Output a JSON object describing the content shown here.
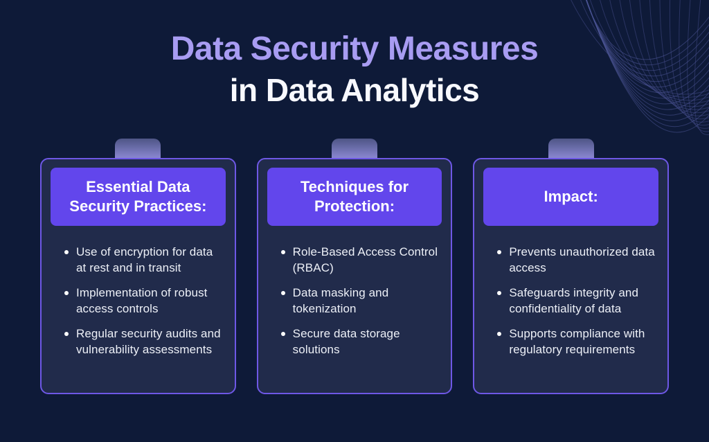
{
  "title": {
    "line1": "Data Security Measures",
    "line2": "in Data Analytics"
  },
  "cards": [
    {
      "header": "Essential Data Security Practices:",
      "bullets": [
        "Use of encryption for data at rest and in transit",
        "Implementation of robust access controls",
        "Regular security audits and vulnerability assessments"
      ]
    },
    {
      "header": "Techniques for Protection:",
      "bullets": [
        "Role-Based Access Control (RBAC)",
        "Data masking and tokenization",
        "Secure data storage solutions"
      ]
    },
    {
      "header": "Impact:",
      "bullets": [
        "Prevents unauthorized data access",
        "Safeguards integrity and confidentiality of data",
        "Supports compliance with regulatory requirements"
      ]
    }
  ],
  "colors": {
    "page_background": "#0e1a38",
    "card_background": "#212b4b",
    "card_border": "#6e58e6",
    "header_background": "#6246ec",
    "header_text": "#ffffff",
    "body_text": "#edf0f7",
    "title_line1": "#a89cf2",
    "title_line2": "#f8f9ff",
    "tab_gradient_top": "#4e5586",
    "tab_gradient_bottom": "#a39cf0",
    "decor_lines": "#4d5596"
  },
  "decor": {
    "description": "wave-line mesh, top right corner"
  }
}
